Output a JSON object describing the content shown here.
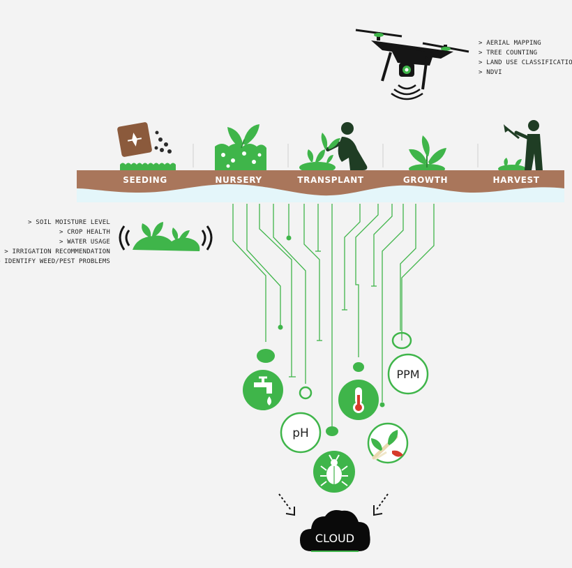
{
  "stages": [
    "SEEDING",
    "NURSERY",
    "TRANSPLANT",
    "GROWTH",
    "HARVEST"
  ],
  "drone_features": [
    "> AERIAL MAPPING",
    "> TREE COUNTING",
    "> LAND USE CLASSIFICATION",
    "> NDVI"
  ],
  "sensor_features": [
    "> SOIL MOISTURE LEVEL",
    "> CROP HEALTH",
    "> WATER USAGE",
    "> IRRIGATION RECOMMENDATION",
    "> IDENTIFY WEED/PEST PROBLEMS"
  ],
  "sensors": {
    "ph": "pH",
    "ppm": "PPM"
  },
  "cloud": "CLOUD",
  "colors": {
    "green": "#3fb54a",
    "soil": "#a9765b",
    "water": "#e4f6fa",
    "dark": "#151515"
  }
}
